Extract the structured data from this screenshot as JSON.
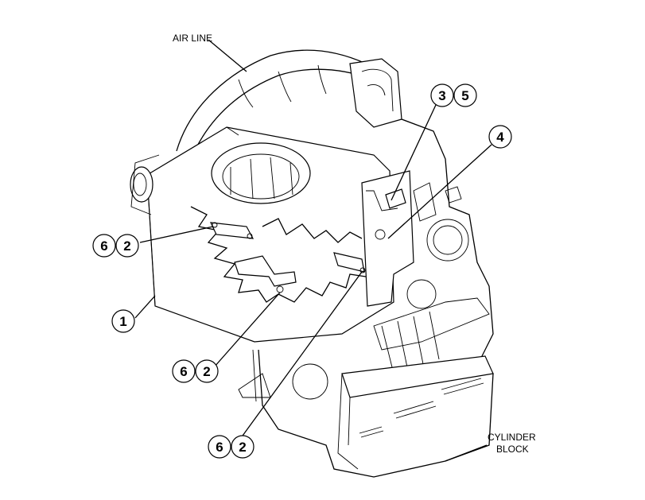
{
  "labels": {
    "air_line": "AIR LINE",
    "cylinder_block_1": "CYLINDER",
    "cylinder_block_2": "BLOCK"
  },
  "callouts": [
    {
      "id": "c1",
      "numbers": [
        "1"
      ]
    },
    {
      "id": "c35",
      "numbers": [
        "3",
        "5"
      ]
    },
    {
      "id": "c4",
      "numbers": [
        "4"
      ]
    },
    {
      "id": "c62a",
      "numbers": [
        "6",
        "2"
      ]
    },
    {
      "id": "c62b",
      "numbers": [
        "6",
        "2"
      ]
    },
    {
      "id": "c62c",
      "numbers": [
        "6",
        "2"
      ]
    }
  ]
}
